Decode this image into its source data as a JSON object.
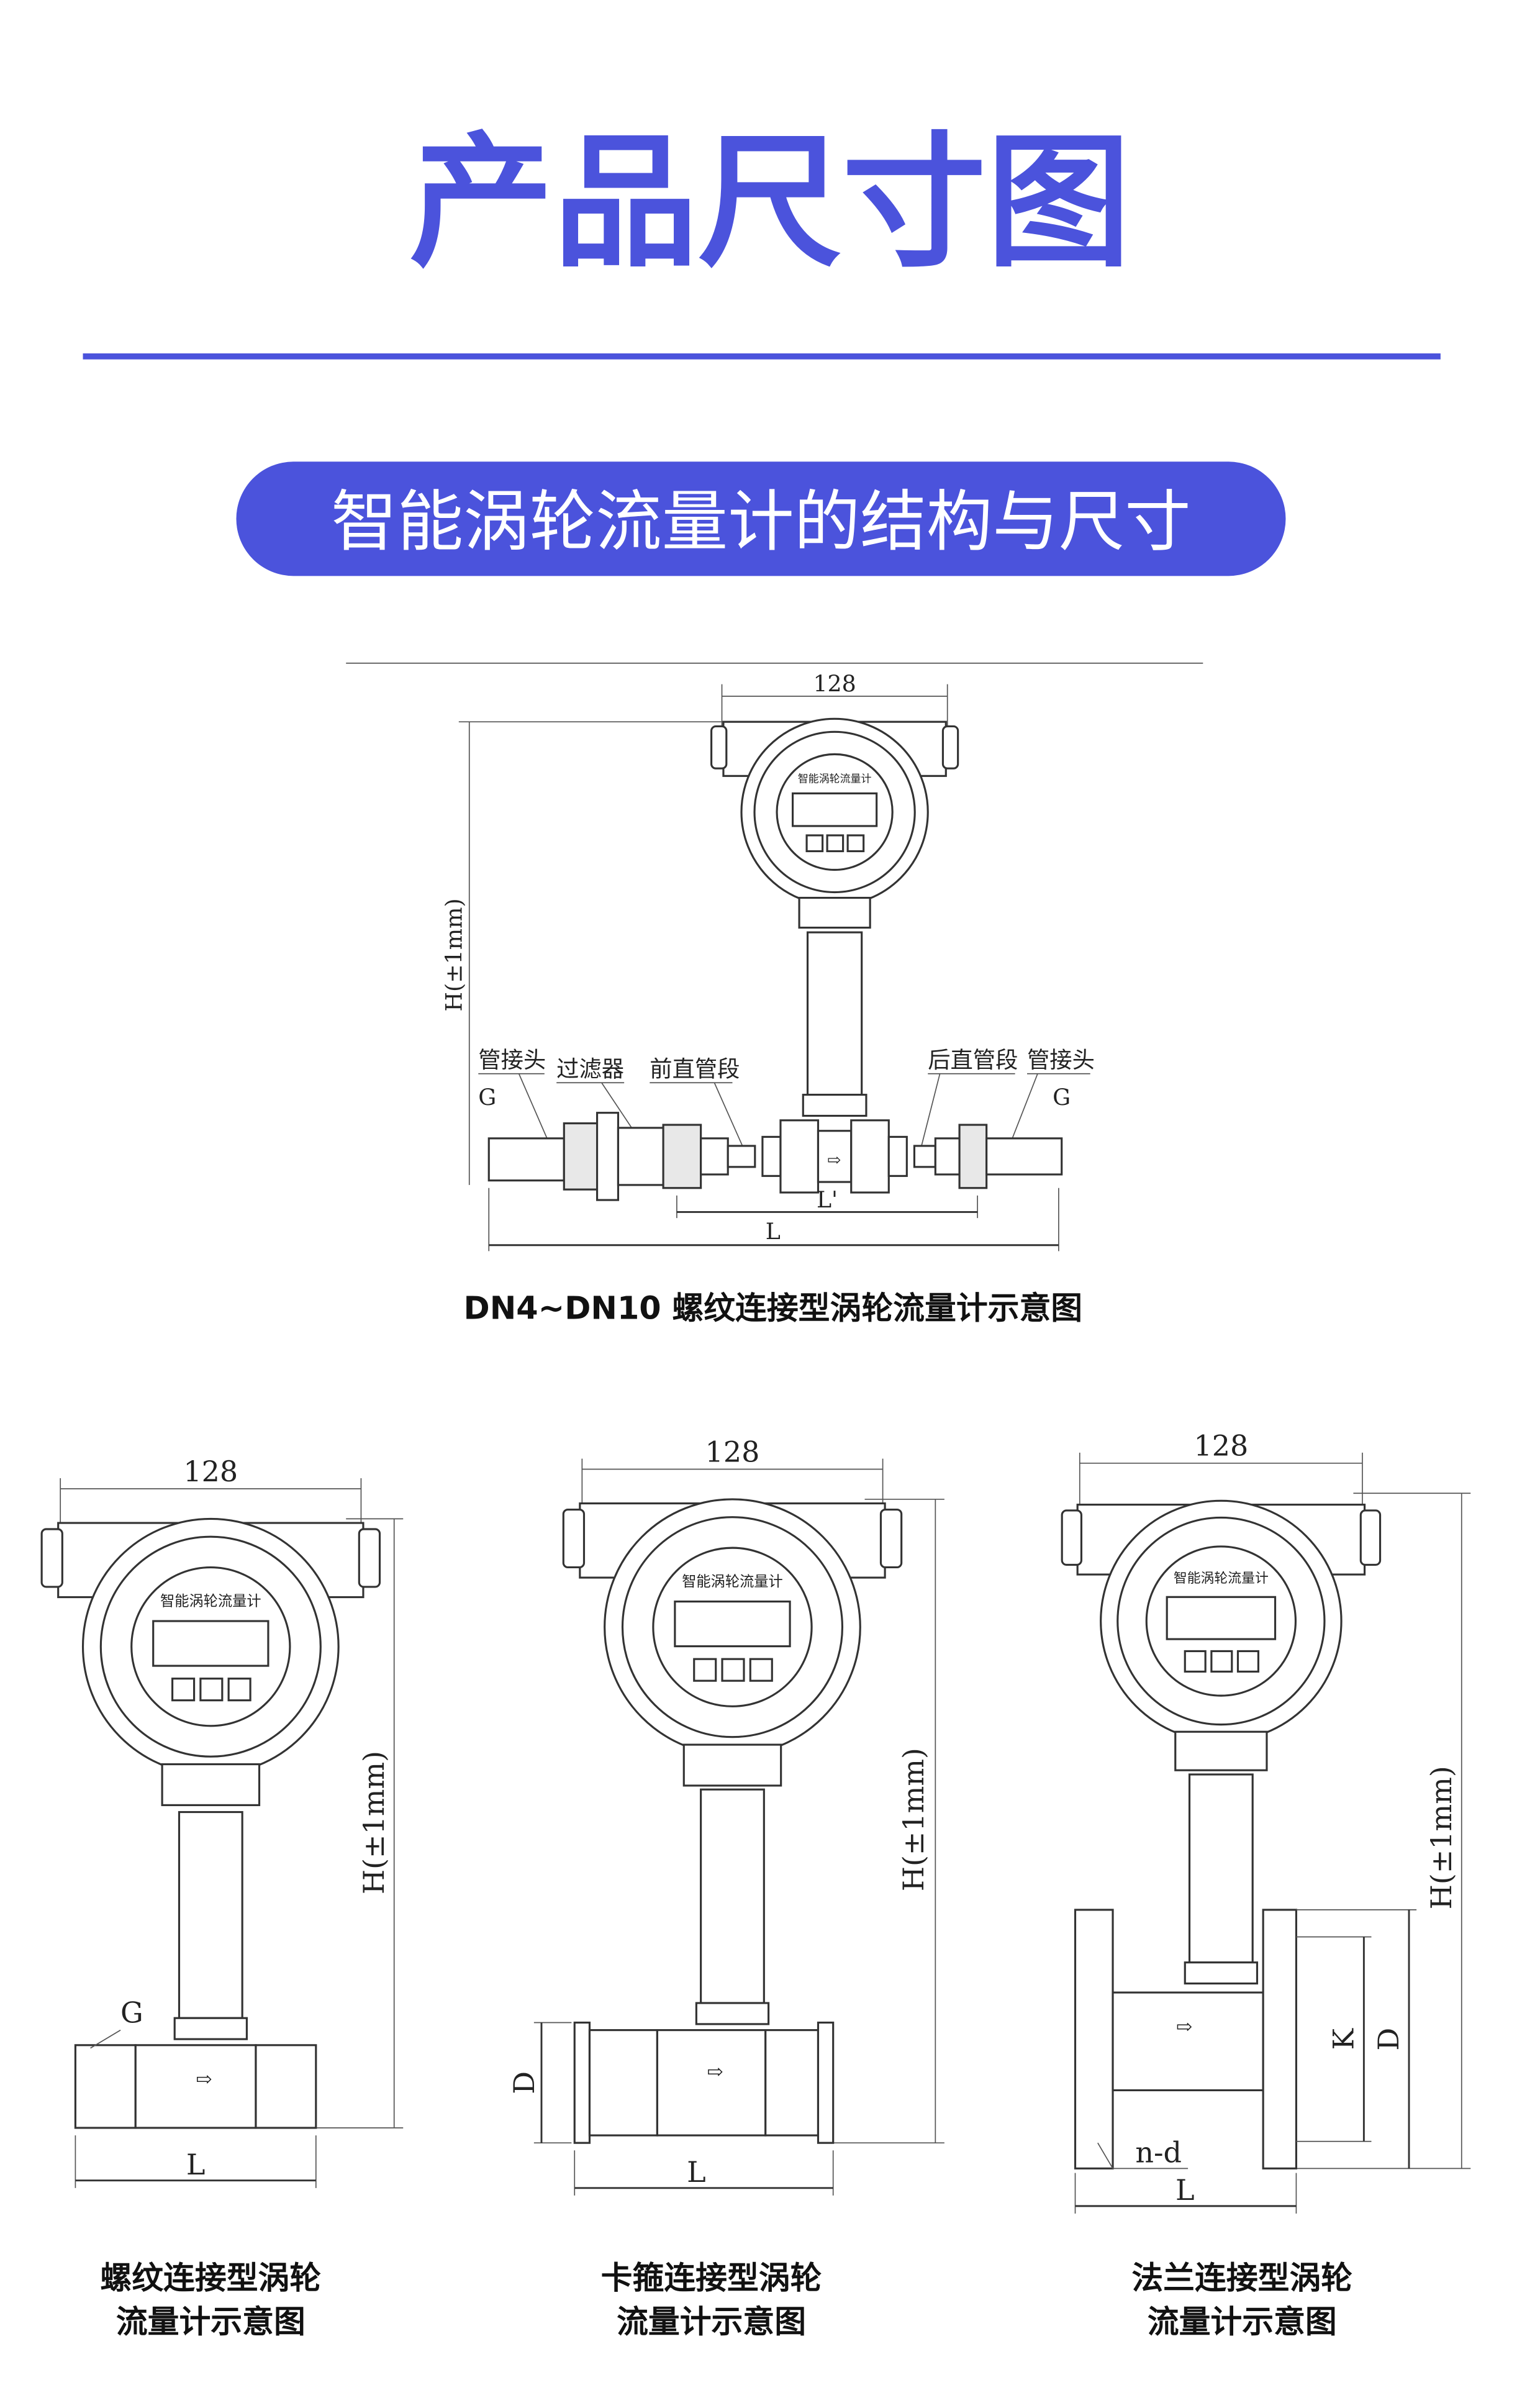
{
  "header": {
    "title": "产品尺寸图",
    "subtitle": "智能涡轮流量计的结构与尺寸",
    "accent_color": "#4b53dc"
  },
  "meter_face_label": "智能涡轮流量计",
  "diagram_main": {
    "width_dim": "128",
    "height_dim": "H(±1mm)",
    "labels": {
      "pipe_joint_left": "管接头",
      "filter": "过滤器",
      "front_straight": "前直管段",
      "rear_straight": "后直管段",
      "pipe_joint_right": "管接头",
      "g_left": "G",
      "g_right": "G",
      "l_prime": "L'",
      "l": "L"
    },
    "caption": "DN4~DN10 螺纹连接型涡轮流量计示意图"
  },
  "diagram_thread": {
    "width_dim": "128",
    "height_dim": "H(±1mm)",
    "g": "G",
    "l": "L",
    "caption_line1": "螺纹连接型涡轮",
    "caption_line2": "流量计示意图"
  },
  "diagram_clamp": {
    "width_dim": "128",
    "height_dim": "H(±1mm)",
    "d": "D",
    "l": "L",
    "caption_line1": "卡箍连接型涡轮",
    "caption_line2": "流量计示意图"
  },
  "diagram_flange": {
    "width_dim": "128",
    "height_dim": "H(±1mm)",
    "k": "K",
    "d": "D",
    "nd": "n-d",
    "l": "L",
    "caption_line1": "法兰连接型涡轮",
    "caption_line2": "流量计示意图"
  }
}
